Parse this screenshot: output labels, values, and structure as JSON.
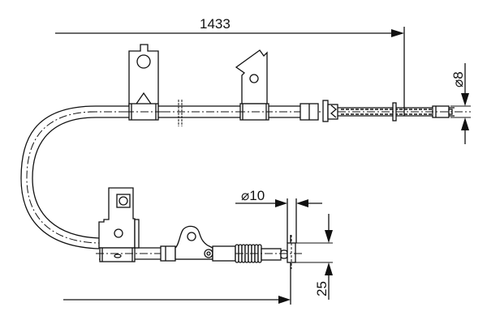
{
  "drawing": {
    "subject": "Parking brake cable technical drawing",
    "line_color": "#111111",
    "background": "#ffffff"
  },
  "dimensions": {
    "overall_length": "1433",
    "end_diameter_right": "⌀8",
    "end_diameter_left": "⌀10",
    "end_length_left": "25"
  }
}
